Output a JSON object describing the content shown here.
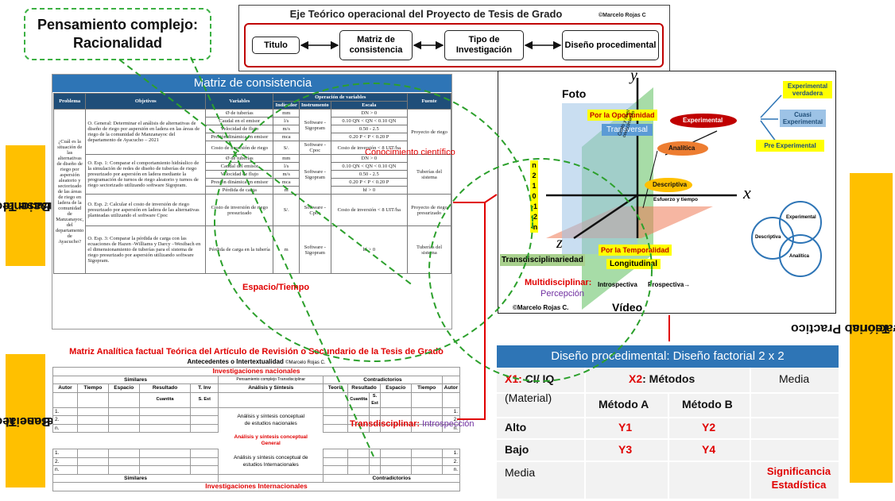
{
  "pensamiento": {
    "line1": "Pensamiento complejo:",
    "line2": "Racionalidad"
  },
  "eje": {
    "title": "Eje Teórico operacional del Proyecto de Tesis de Grado",
    "copyright": "©Marcelo Rojas C",
    "boxes": [
      "Titulo",
      "Matriz de consistencia",
      "Tipo de Investigación",
      "Diseño procedimental"
    ]
  },
  "matriz": {
    "header": "Matriz de consistencia",
    "columns": [
      "Problema",
      "Objetivos",
      "Variables",
      "Operación de variables",
      "Indicador",
      "Instrumento",
      "Escala",
      "Fuente"
    ],
    "problema": "¿Cuál es la situación de las alternativas de diseño de riego por aspersión aleatorio y sectorizado de las áreas de riego en ladera de la comunidad de Manzanayoc, del departamento de Ayacucho?",
    "og": "O. General: Determinar el análisis de alternativas de diseño de riego por aspersión en ladera en las áreas de riego de la comunidad de Manzanayoc del departamento de Ayacucho – 2021",
    "oe1": "O. Esp. 1: Comparar el comportamiento hidráulico de la simulación de redes de diseño de tuberías de riego presurizado por aspersión en ladera mediante la programación de turnos de riego aleatorio y turnos de riego sectorizado utilizando software Sigopram.",
    "oe2": "O. Esp. 2: Calcular el costo de inversión de riego presurizado por aspersión en ladera de las alternativas planteadas utilizando el software Cpoc",
    "oe3": "O. Esp. 3: Comparar la pérdida de carga con las ecuaciones de Hazen -Williams y Darcy –Wesibach en el dimensionamiento de tuberías para el sistema de riego presurizado por aspersión utilizando software Sigopram.",
    "rows1": [
      [
        "Ø de tuberías",
        "mm",
        "DN > 0"
      ],
      [
        "Caudal en el emisor",
        "l/s",
        "0.10 QN < QN < 0.10 QN"
      ],
      [
        "Velocidad de flujo",
        "m/s",
        "0.50 - 2.5"
      ],
      [
        "Presión dinámica en emisor",
        "mca",
        "0.20 P < P < 0.20 P"
      ],
      [
        "Costo de inversión de riego",
        "S/.",
        "Costo de inversión < 8 UIT/ha"
      ]
    ],
    "rows2": [
      [
        "Ø de tuberías",
        "mm",
        "DN > 0"
      ],
      [
        "Caudal del emisor",
        "l/s",
        "0.10 QN < QN < 0.10 QN"
      ],
      [
        "Velocidad de flujo",
        "m/s",
        "0.50 - 2.5"
      ],
      [
        "Presión dinámica en emisor",
        "mca",
        "0.20 P < P < 0.20 P"
      ],
      [
        "Pérdida de carga",
        "m",
        "hf > 0"
      ]
    ],
    "row3": [
      "Costo de inversión de riego presurizado",
      "S/.",
      "Software - Cpoc",
      "Costo de inversión < 8 UIT/ha",
      "Proyecto de riego presurizado"
    ],
    "row4": [
      "Pérdida de carga en la tubería",
      "m",
      "Software - Sigopram",
      "hf > 0",
      "Tuberías del sistema"
    ],
    "inst1": "Software - Sigopram",
    "inst2": "Software - Cpoc",
    "inst3": "Software - Sigopram",
    "fuente1": "Proyecto de riego",
    "fuente2": "Tuberías del sistema"
  },
  "overlays": {
    "conocimiento": "Conocimiento científico",
    "espacio": "Espacio/Tiempo",
    "multi": "Multidisciplinar:",
    "percepcion": "Percepción",
    "trans": "Transdisciplinar:",
    "introspeccion": "Introspección"
  },
  "analitica": {
    "title": "Matriz Analítica factual Teórica del Artículo de Revisión o Secundario de la Tesis de Grado",
    "subtitle": "Antecedentes o Intertextualidad",
    "subtitle_copy": "©Marcelo Rojas C.",
    "nacionales": "Investigaciones nacionales",
    "similares": "Similares",
    "pensamiento": "Pensamiento complejo Transdisciplinar",
    "contradictorios": "Contradictorios",
    "left_cols": [
      "Autor",
      "Tiempo",
      "Espacio",
      "Resultado",
      "T. Inv"
    ],
    "sub_cols": [
      "Cuantita",
      "S. Est"
    ],
    "center": "Análisis y Síntesis",
    "right_cols": [
      "Teoría",
      "Resultado",
      "Espacio",
      "Tiempo",
      "Autor"
    ],
    "rows": [
      "1.",
      "2.",
      "n."
    ],
    "analisis1": "Análisis y síntesis conceptual",
    "analisis1b": "de estudios nacionales",
    "general1": "Análisis y síntesis conceptual",
    "general2": "General",
    "analisis2": "Análisis y síntesis conceptual de",
    "analisis2b": "estudios Internacionales",
    "internacionales": "Investigaciones Internacionales"
  },
  "side_labels": {
    "left1": [
      "Base Teórica",
      "Operacional"
    ],
    "left2": [
      "Base Teórica",
      "Referencial"
    ],
    "right": [
      "Base Teórico Practico",
      "Operacional"
    ]
  },
  "diagram": {
    "foto": "Foto",
    "video": "Vídeo",
    "y": "y",
    "x": "x",
    "z": "z",
    "copyright": "©Marcelo Rojas C.",
    "oportunidad": "Por la Oportunidad",
    "transversal": "Transversal",
    "temporalidad": "Por la Temporalidad",
    "longitudinal": "Longitudinal",
    "transdisciplinariedad": "Transdisciplinariedad",
    "experimental": "Experimental",
    "analitica": "Analítica",
    "descriptiva": "Descriptiva",
    "exp_verdadera": "Experimental verdadera",
    "cuasi": "Cuasi Experimental",
    "pre": "Pre Experimental",
    "costo": "Costo y nivel conocimiento",
    "esfuerzo": "Esfuerzo y tiempo",
    "prospectiva": "Prospectiva→",
    "retrospectiva": "Introspectiva",
    "ylabels": [
      "n",
      "2",
      "1",
      "0",
      "-1",
      "-2",
      "-n"
    ],
    "venn": [
      "Experimental",
      "Descriptiva",
      "Analítica"
    ]
  },
  "diseno": {
    "header": "Diseño procedimental: Diseño factorial 2 x 2",
    "x1_tag": "X1:",
    "x1_label": "CI/ IQ",
    "material": "(Material)",
    "x2_tag": "X2",
    "x2_label": ": Métodos",
    "media": "Media",
    "metodo_a": "Método A",
    "metodo_b": "Método B",
    "alto": "Alto",
    "bajo": "Bajo",
    "y1": "Y1",
    "y2": "Y2",
    "y3": "Y3",
    "y4": "Y4",
    "media_row": "Media",
    "significancia1": "Significancia",
    "significancia2": "Estadística"
  }
}
